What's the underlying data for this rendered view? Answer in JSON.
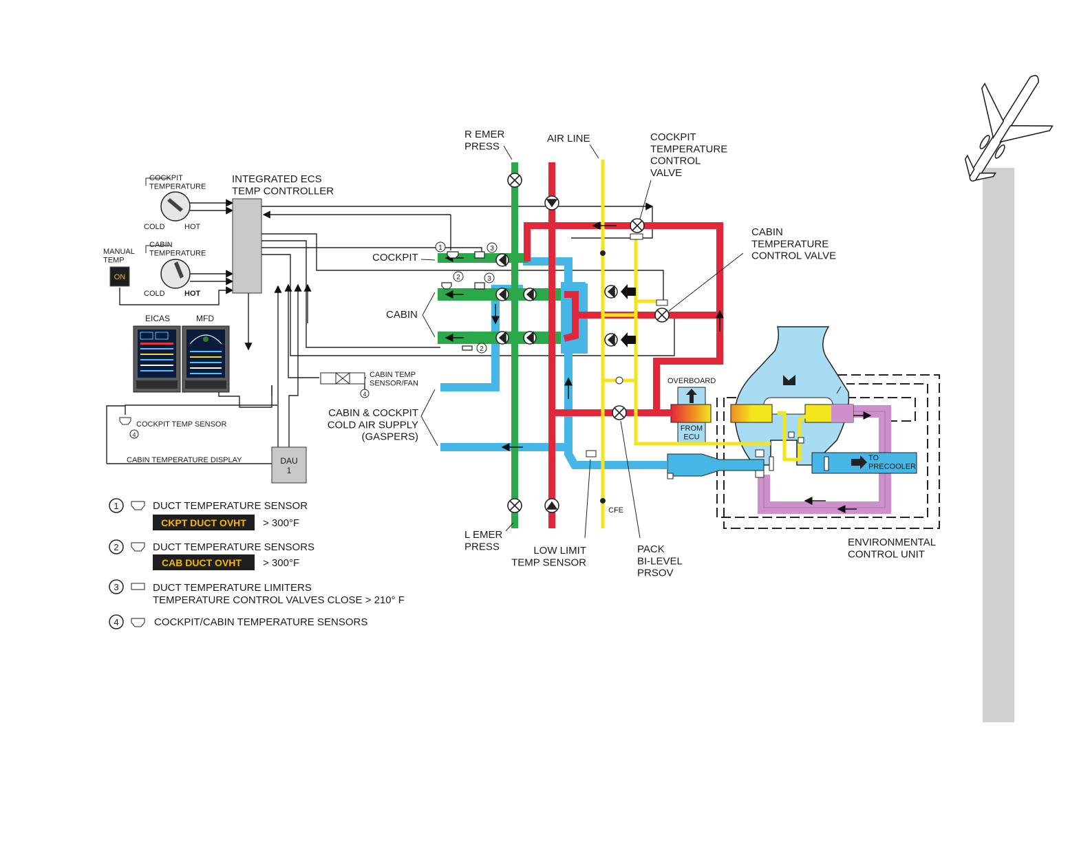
{
  "colors": {
    "green": "#2aa84a",
    "red": "#e0283a",
    "blue": "#45b6e6",
    "light_blue": "#a7dcf2",
    "yellow": "#f3e51c",
    "orange": "#f08a24",
    "purple": "#cf8fcd",
    "gray_bar": "#d0d0d0",
    "controller_gray": "#c8c8c8",
    "caution_bg": "#1e1e1e",
    "caution_text": "#f5b800"
  },
  "controls": {
    "cockpit_temperature": "COCKPIT\nTEMPERATURE",
    "cabin_temperature": "CABIN\nTEMPERATURE",
    "cold": "COLD",
    "hot": "HOT",
    "manual_temp": "MANUAL\nTEMP",
    "on": "ON",
    "controller": "INTEGRATED ECS\nTEMP CONTROLLER",
    "eicas": "EICAS",
    "mfd": "MFD",
    "cockpit_temp_sensor": "COCKPIT TEMP SENSOR",
    "cabin_temperature_display": "CABIN TEMPERATURE DISPLAY",
    "dau": "DAU\n1",
    "cabin_temp_sensor_fan": "CABIN TEMP\nSENSOR/FAN"
  },
  "labels": {
    "r_emer_press": "R EMER\nPRESS",
    "air_line": "AIR LINE",
    "cockpit_temp_control_valve": "COCKPIT\nTEMPERATURE\nCONTROL\nVALVE",
    "cabin_temp_control_valve": "CABIN\nTEMPERATURE\nCONTROL VALVE",
    "cockpit": "COCKPIT",
    "cabin": "CABIN",
    "gaspers": "CABIN & COCKPIT\nCOLD AIR SUPPLY\n(GASPERS)",
    "overboard": "OVERBOARD",
    "from_ecu": "FROM\nECU",
    "to_precooler": "TO\nPRECOOLER",
    "cfe": "CFE",
    "l_emer_press": "L EMER\nPRESS",
    "low_limit_temp_sensor": "LOW LIMIT\nTEMP SENSOR",
    "pack_prsov": "PACK\nBI-LEVEL\nPRSOV",
    "environmental_control_unit": "ENVIRONMENTAL\nCONTROL UNIT"
  },
  "callouts": [
    "1",
    "2",
    "3",
    "4"
  ],
  "legend": [
    {
      "num": "1",
      "text": "DUCT TEMPERATURE SENSOR",
      "message": "CKPT DUCT OVHT",
      "threshold": ">  300°F"
    },
    {
      "num": "2",
      "text": "DUCT TEMPERATURE SENSORS",
      "message": "CAB DUCT OVHT",
      "threshold": ">  300°F"
    },
    {
      "num": "3",
      "text": "DUCT TEMPERATURE LIMITERS",
      "text2": "TEMPERATURE CONTROL VALVES CLOSE > 210° F"
    },
    {
      "num": "4",
      "text": "COCKPIT/CABIN TEMPERATURE SENSORS"
    }
  ]
}
